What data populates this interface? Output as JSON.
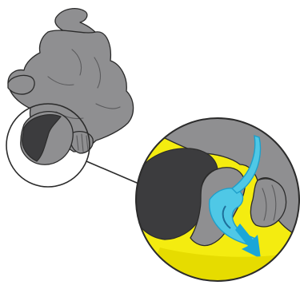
{
  "illustration": {
    "subject": "recovery-position-airway",
    "colors": {
      "background": "#ffffff",
      "body_fill": "#8f8f91",
      "body_shadow": "#6e6e70",
      "hair": "#3c3c3e",
      "outline": "#2b2b2b",
      "magnifier_fill": "#f4ec10",
      "airway": "#4fc8e6",
      "airway_dark": "#1e9fca",
      "arrow": "#1aa6d8"
    },
    "icons": [
      "person-figure",
      "magnifier-circle",
      "airway-arrow-icon"
    ]
  }
}
